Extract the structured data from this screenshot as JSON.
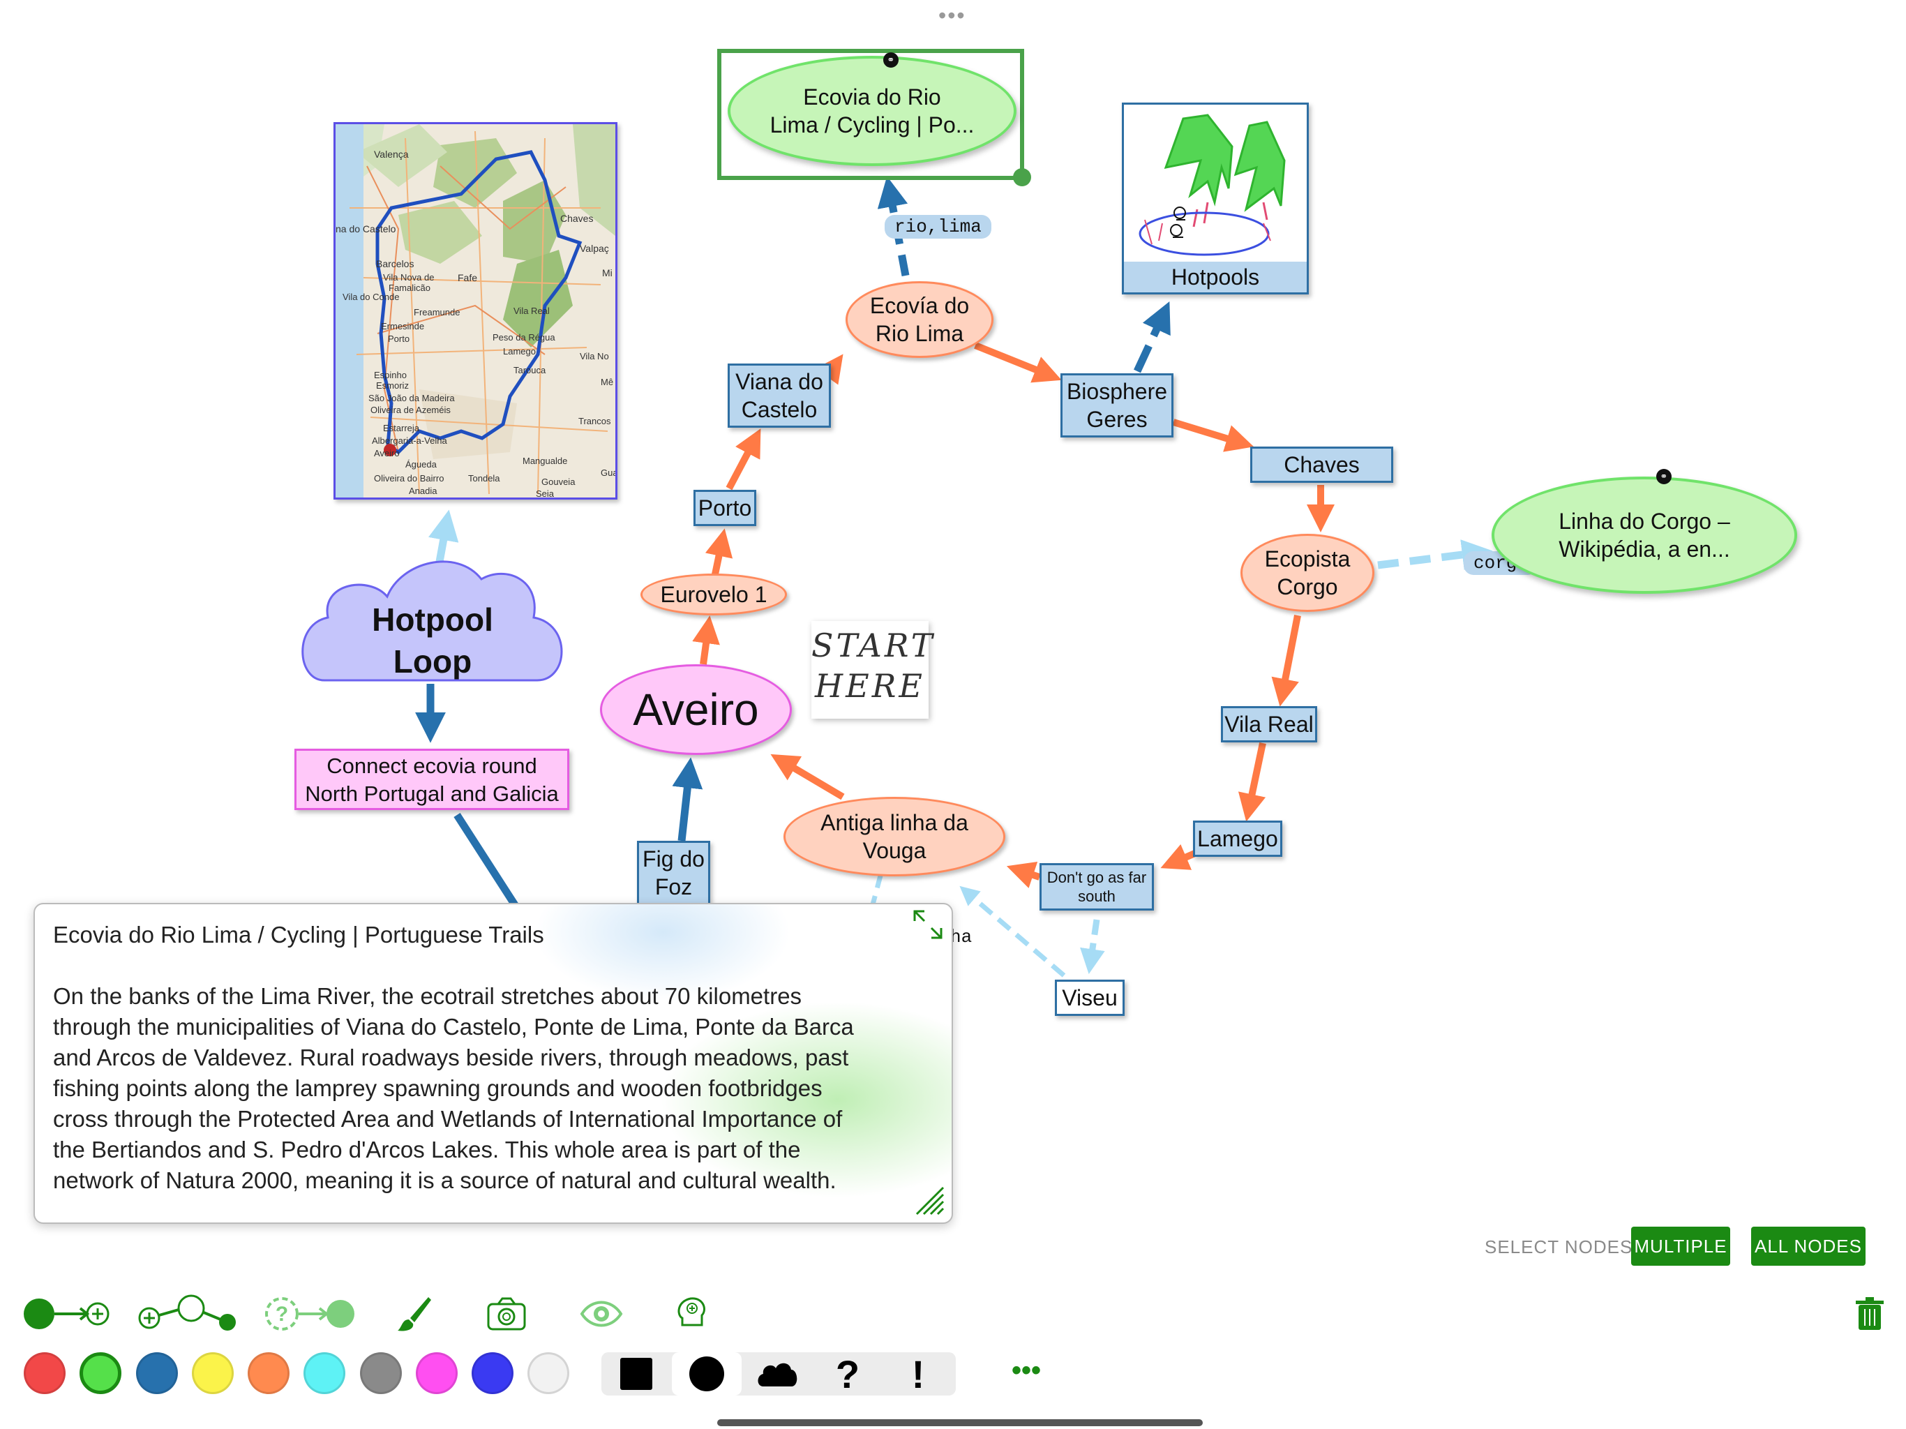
{
  "colors": {
    "blue_arrow": "#2771ad",
    "light_blue_arrow": "#a6dcf5",
    "orange_arrow": "#ff7a45",
    "green_accent": "#1b8a13",
    "cloud_fill": "#c5c5fb",
    "cloud_border": "#6b63ef",
    "pink_fill": "#ffc8f9",
    "pink_border": "#e55ce1"
  },
  "nodes": {
    "hotpool_loop": "Hotpool Loop",
    "connect_note": [
      "Connect ecovia round",
      "North Portugal and Galicia"
    ],
    "aveiro": "Aveiro",
    "eurovelo": "Eurovelo 1",
    "porto": "Porto",
    "viana": [
      "Viana do",
      "Castelo"
    ],
    "ecovia_rio_lima": [
      "Ecovía do",
      "Rio Lima"
    ],
    "ecovia_link": [
      "Ecovia do Rio",
      "Lima / Cycling | Po..."
    ],
    "biosphere": [
      "Biosphere",
      "Geres"
    ],
    "hotpools": "Hotpools",
    "chaves": "Chaves",
    "ecopista": [
      "Ecopista",
      "Corgo"
    ],
    "corgo_link": [
      "Linha do Corgo –",
      "Wikipédia, a en..."
    ],
    "vila_real": "Vila Real",
    "lamego": "Lamego",
    "dont_go": [
      "Don't go as far",
      "south"
    ],
    "viseu": "Viseu",
    "antiga": [
      "Antiga linha da",
      "Vouga"
    ],
    "fig_do_foz": [
      "Fig do",
      "Foz"
    ],
    "start_here": [
      "START",
      "HERE"
    ]
  },
  "edge_labels": {
    "rio_lima": "rio,lima",
    "corgo": "corgo",
    "ha": "ha"
  },
  "map_labels": [
    "Valença",
    "na do Castelo",
    "Chaves",
    "Valpaç",
    "Mi",
    "Barcelos",
    "Vila Nova de",
    "Famalicão",
    "Fafe",
    "Vila do Conde",
    "Freamunde",
    "Ermesinde",
    "Porto",
    "Vila Real",
    "Peso da Régua",
    "Lamego",
    "Vila No",
    "Tarouca",
    "Mê",
    "Espinho",
    "Esmoriz",
    "São João da Madeira",
    "Oliveira de Azeméis",
    "Estarreja",
    "Albergaria-a-Velha",
    "Aveiro",
    "Águeda",
    "Mangualde",
    "Trancos",
    "Oliveira do Bairro",
    "Tondela",
    "Gua",
    "Anadia",
    "Gouveia",
    "Seia"
  ],
  "note_panel": {
    "title": "Ecovia do Rio Lima / Cycling | Portuguese Trails",
    "lines": [
      "On the banks of the Lima River, the ecotrail stretches about 70 kilometres",
      "through the municipalities of Viana do Castelo, Ponte de Lima, Ponte da Barca",
      "and Arcos de Valdevez. Rural roadways beside rivers, through meadows, past",
      "fishing points along the lamprey spawning grounds and wooden footbridges",
      "cross through the Protected Area and Wetlands of International Importance of",
      "the Bertiandos and S. Pedro d'Arcos Lakes. This whole area is part of the",
      "network of Natura 2000, meaning it is a source of natural and cultural wealth."
    ]
  },
  "select_nodes": {
    "label": "SELECT NODES",
    "multiple": "MULTIPLE",
    "all_nodes": "ALL NODES"
  },
  "toolbar": {
    "tools": [
      "add-child-node-icon",
      "insert-node-between-icon",
      "add-question-node-icon",
      "brush-icon",
      "camera-icon",
      "eye-icon",
      "brain-icon"
    ],
    "swatches": [
      "#f24848",
      "#55e04a",
      "#2771ad",
      "#fbf34a",
      "#ff8a4f",
      "#5ef2f5",
      "#8a8a8a",
      "#ff4ff1",
      "#3a3af2",
      "#f2f2f2"
    ],
    "shapes": [
      "square",
      "circle",
      "cloud",
      "?",
      "!"
    ],
    "more": "•••",
    "top_more": "•••"
  }
}
